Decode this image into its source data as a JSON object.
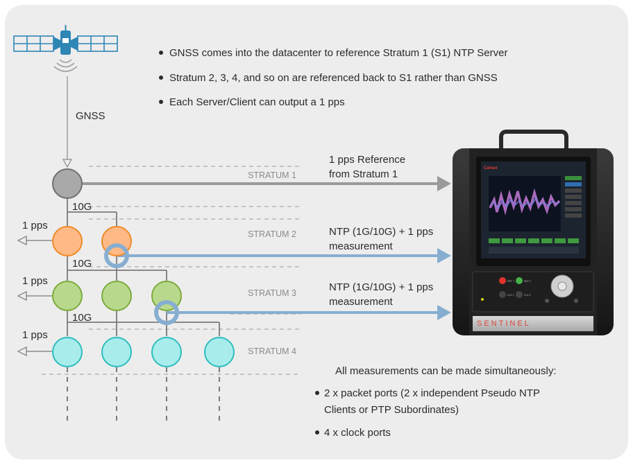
{
  "bullets_top": [
    "GNSS comes into the datacenter to reference Stratum 1 (S1) NTP Server",
    "Stratum 2, 3, 4, and so on are referenced back to S1 rather than GNSS",
    "Each Server/Client can output a 1 pps"
  ],
  "gnss_label": "GNSS",
  "strata": [
    "STRATUM 1",
    "STRATUM 2",
    "STRATUM 3",
    "STRATUM 4"
  ],
  "link_labels": [
    "10G",
    "10G",
    "10G"
  ],
  "pps_labels": [
    "1 pps",
    "1 pps",
    "1 pps"
  ],
  "arrow_labels": [
    {
      "line1": "1 pps Reference",
      "line2": "from Stratum 1"
    },
    {
      "line1": "NTP (1G/10G) + 1 pps",
      "line2": "measurement"
    },
    {
      "line1": "NTP (1G/10G) + 1 pps",
      "line2": "measurement"
    }
  ],
  "bottom_heading": "All measurements can be made simultaneously:",
  "bullets_bottom": [
    {
      "line1": "2 x packet ports (2 x independent Pseudo NTP",
      "line2": "Clients or PTP Subordinates)"
    },
    {
      "line1": "4 x clock ports",
      "line2": ""
    }
  ],
  "device": {
    "brand": "Calnex",
    "name": "SENTINEL",
    "button_labels": [
      "REF 1",
      "REF 2",
      "CLK 1",
      "CLK 2"
    ]
  },
  "colors": {
    "stratum1": "#a9a9a9",
    "stratum2": "#ffb987",
    "stratum2_stroke": "#f08a25",
    "stratum3": "#b8d98b",
    "stratum3_stroke": "#7bab3c",
    "stratum4": "#a8ecec",
    "stratum4_stroke": "#2ebdbd",
    "measure_arrow": "#87aed0",
    "ref_arrow": "#9a9a9a"
  }
}
